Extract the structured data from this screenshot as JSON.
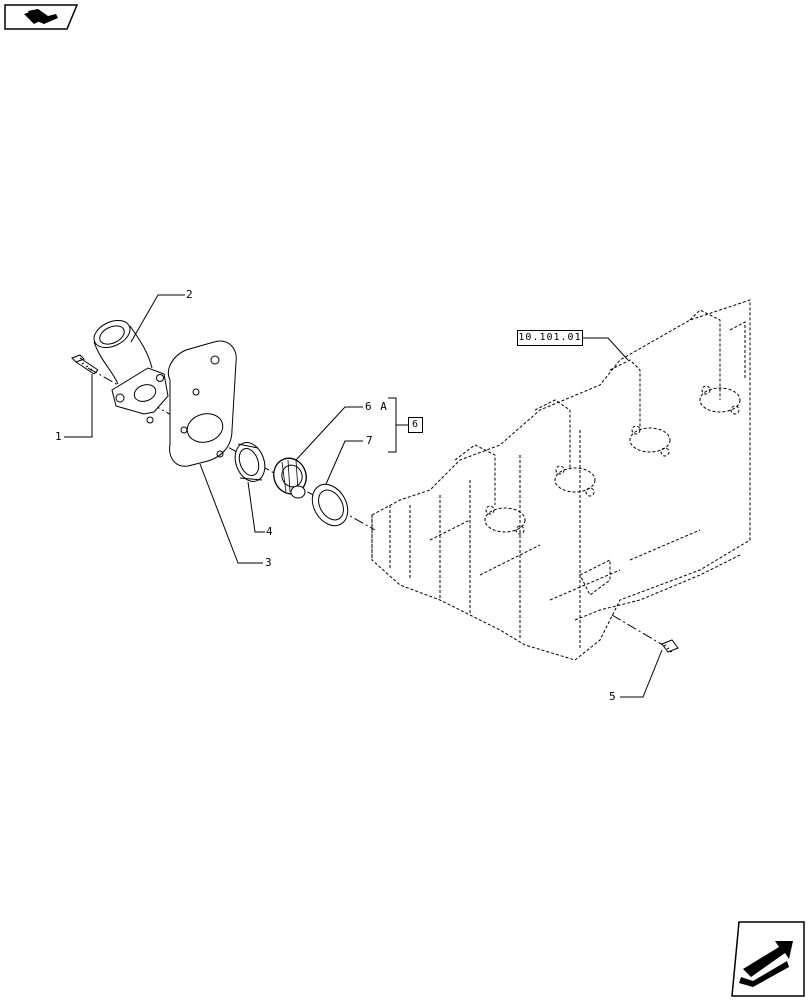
{
  "diagram": {
    "callouts": {
      "c1": "1",
      "c2": "2",
      "c3": "3",
      "c4": "4",
      "c5": "5",
      "c6a": "6 A",
      "c7": "7"
    },
    "group_ref": "6",
    "section_ref": "10.101.01"
  },
  "icons": {
    "top_left": "book-navigation-icon",
    "bottom_right": "next-page-arrow-icon"
  }
}
